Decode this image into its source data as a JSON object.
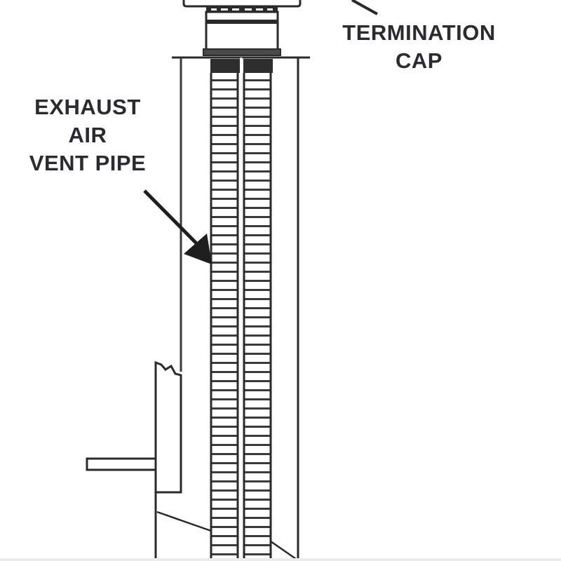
{
  "diagram": {
    "type": "vent installation schematic",
    "labels": {
      "termination_cap": {
        "line1": "TERMINATION",
        "line2": "CAP"
      },
      "exhaust_air_vent_pipe": {
        "line1": "EXHAUST",
        "line2": "AIR",
        "line3": "VENT PIPE"
      }
    },
    "colors": {
      "line": "#2a2a2a",
      "text": "#2a2a30",
      "background": "#ffffff"
    }
  }
}
